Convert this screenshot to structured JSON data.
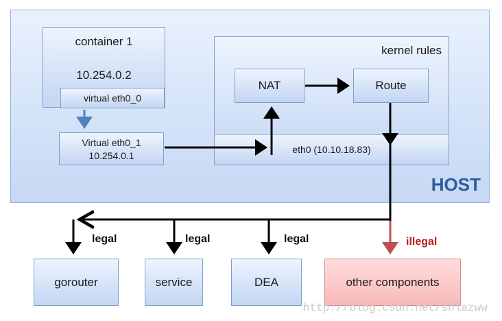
{
  "host": {
    "label": "HOST"
  },
  "container": {
    "title": "container 1",
    "ip": "10.254.0.2",
    "iface": "virtual eth0_0"
  },
  "veth": {
    "name": "Virtual eth0_1",
    "ip": "10.254.0.1"
  },
  "kernel": {
    "label": "kernel rules",
    "nat": "NAT",
    "route": "Route",
    "eth0": "eth0  (10.10.18.83)"
  },
  "destinations": {
    "gorouter": "gorouter",
    "service": "service",
    "dea": "DEA",
    "other": "other components"
  },
  "edges": {
    "legal": "legal",
    "illegal": "illegal"
  },
  "watermark": "http://blog.csdn.net/shlazww",
  "colors": {
    "arrow": "#000000",
    "blue_arrow": "#4f81bd",
    "red_arrow": "#c0504d"
  }
}
